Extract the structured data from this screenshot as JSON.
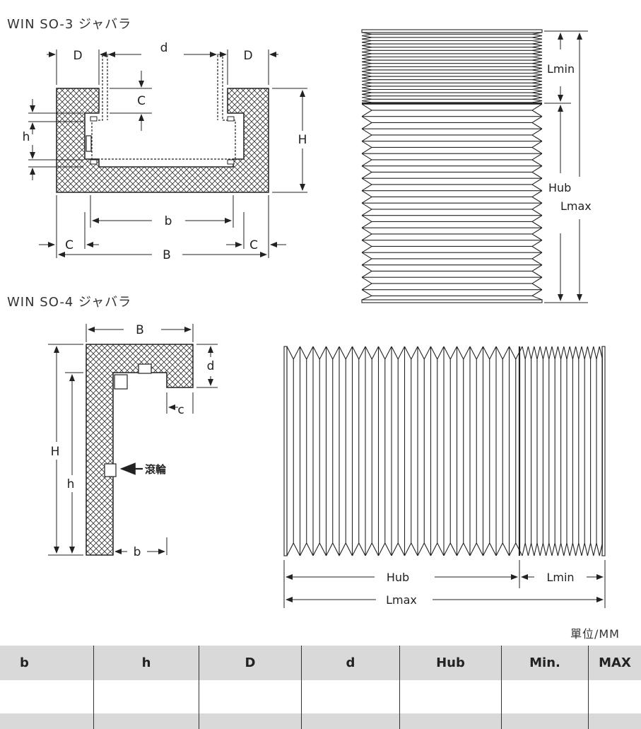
{
  "so3": {
    "title": "WIN SO-3 ジャバラ",
    "labels": {
      "D_left": "D",
      "d": "d",
      "D_right": "D",
      "C_top": "C",
      "h": "h",
      "H": "H",
      "b": "b",
      "C_left": "C",
      "B": "B",
      "C_right": "C"
    },
    "bellows": {
      "lmin": "Lmin",
      "hub": "Hub",
      "lmax": "Lmax"
    }
  },
  "so4": {
    "title": "WIN SO-4 ジャバラ",
    "labels": {
      "B": "B",
      "d": "d",
      "c": "c",
      "H": "H",
      "h": "h",
      "b": "b",
      "roller": "滾輪"
    },
    "bellows": {
      "hub": "Hub",
      "lmin": "Lmin",
      "lmax": "Lmax"
    }
  },
  "unit": "單位/MM",
  "table": {
    "headers": [
      "b",
      "h",
      "D",
      "d",
      "Hub",
      "Min.",
      "MAX"
    ]
  },
  "colors": {
    "line": "#222222",
    "header_bg": "#d9d9d9"
  }
}
